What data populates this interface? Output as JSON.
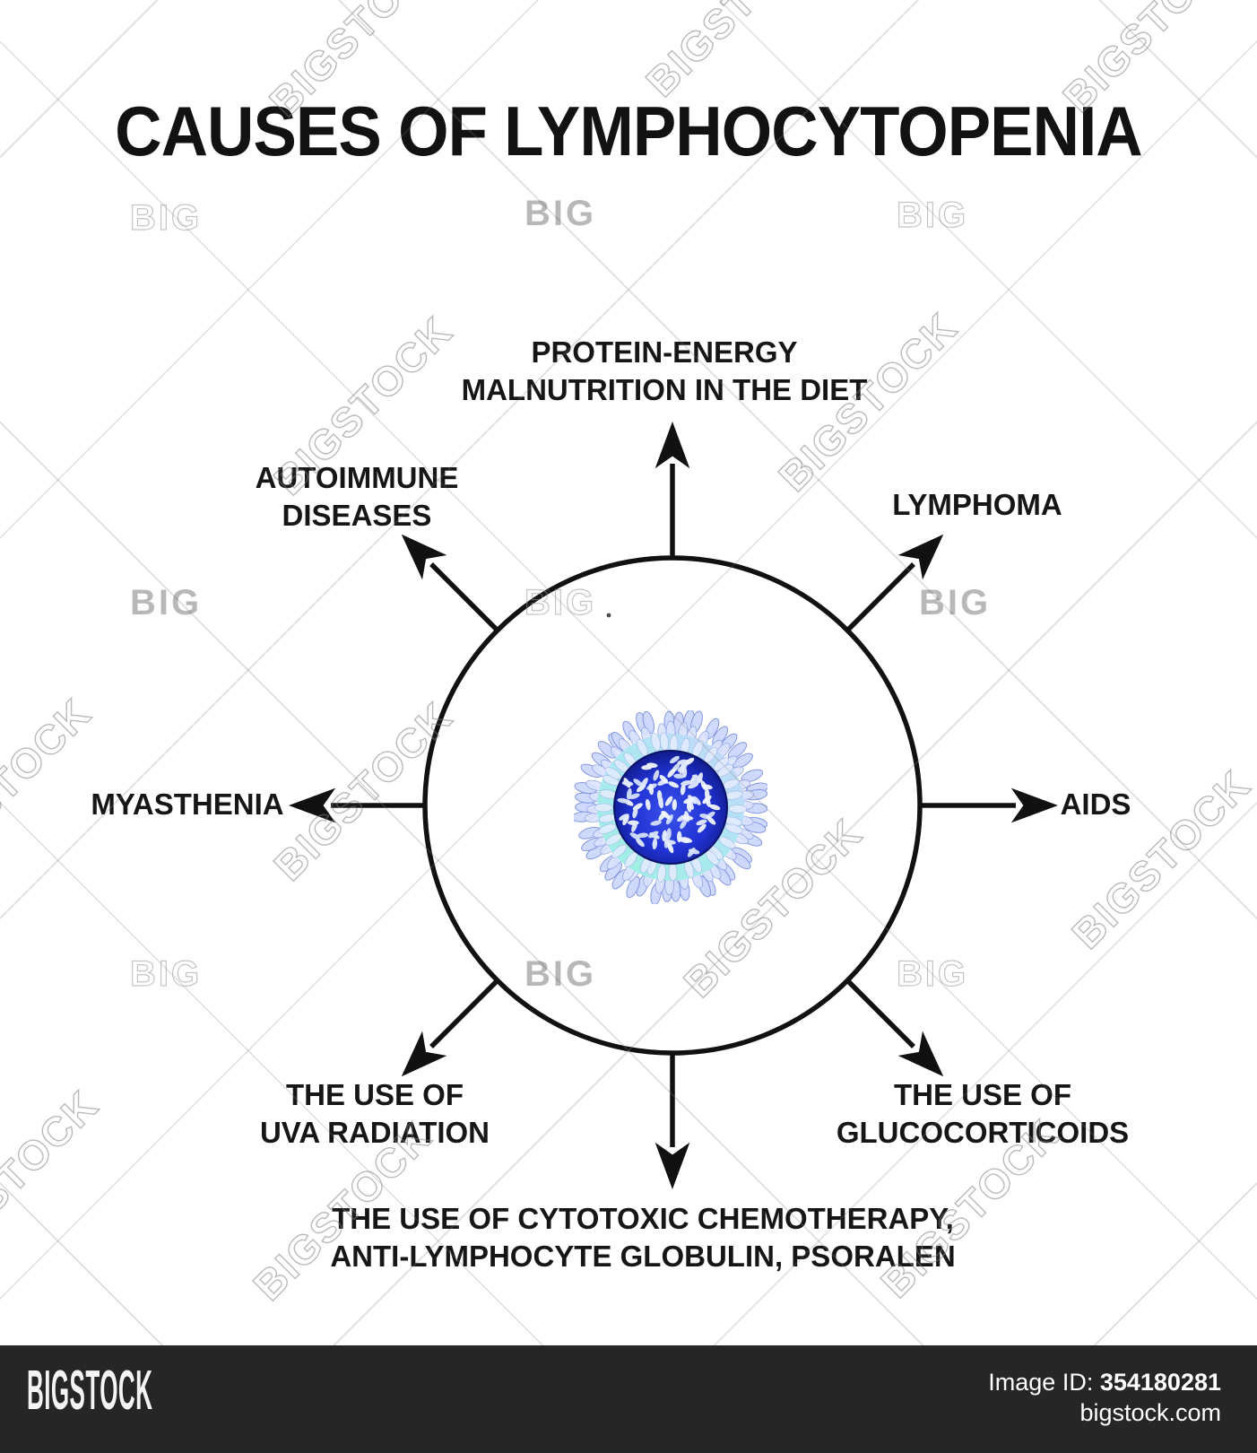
{
  "title": "CAUSES OF LYMPHOCYTOPENIA",
  "diagram": {
    "center": {
      "name": "lymphocyte cell"
    },
    "causes": [
      {
        "id": "protein-energy-malnutrition",
        "direction": "up",
        "lines": [
          "PROTEIN-ENERGY",
          "MALNUTRITION IN THE DIET"
        ]
      },
      {
        "id": "lymphoma",
        "direction": "up-right",
        "lines": [
          "LYMPHOMA"
        ]
      },
      {
        "id": "aids",
        "direction": "right",
        "lines": [
          "AIDS"
        ]
      },
      {
        "id": "glucocorticoids",
        "direction": "down-right",
        "lines": [
          "THE USE OF",
          "GLUCOCORTICOIDS"
        ]
      },
      {
        "id": "cytotoxic-chemotherapy",
        "direction": "down",
        "lines": [
          "THE USE OF CYTOTOXIC CHEMOTHERAPY,",
          "ANTI-LYMPHOCYTE GLOBULIN, PSORALEN"
        ]
      },
      {
        "id": "uva-radiation",
        "direction": "down-left",
        "lines": [
          "THE USE OF",
          "UVA RADIATION"
        ]
      },
      {
        "id": "myasthenia",
        "direction": "left",
        "lines": [
          "MYASTHENIA"
        ]
      },
      {
        "id": "autoimmune-diseases",
        "direction": "up-left",
        "lines": [
          "AUTOIMMUNE",
          "DISEASES"
        ]
      }
    ]
  },
  "watermark": {
    "brand": "BIGSTOCK",
    "short": "BIG"
  },
  "footer": {
    "brand": "BIGSTOCK",
    "image_id_label": "Image ID:",
    "image_id": "354180281",
    "site": "bigstock.com"
  },
  "colors": {
    "text": "#161616",
    "line": "#111111",
    "footer_bg": "#262626",
    "footer_text": "#ffffff",
    "nucleus": "#2133d4",
    "nucleus_edge": "#0b1374",
    "rim": "#a9e9f0",
    "spike": "#ccd7fb",
    "spike_outline": "#7e92e0",
    "granule": "#eef3ff"
  }
}
